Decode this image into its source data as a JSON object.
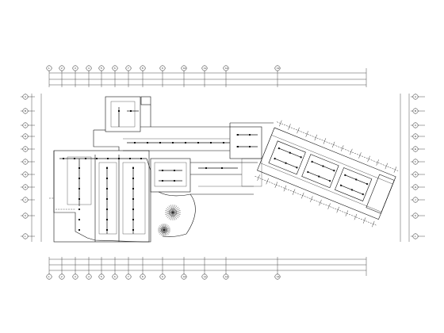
{
  "drawing": {
    "background": "#ffffff",
    "line_color": "#111111",
    "note_lines": [
      "",
      ""
    ]
  },
  "top_axes": {
    "labels": [
      "1",
      "2",
      "3",
      "4",
      "5",
      "6",
      "7",
      "8",
      "9",
      "10",
      "11",
      "12",
      "13"
    ],
    "dims": [
      "",
      "",
      "",
      "",
      "",
      "",
      "",
      "",
      "",
      "",
      "",
      "",
      ""
    ],
    "overall": ""
  },
  "bottom_axes": {
    "labels": [
      "1",
      "2",
      "3",
      "4",
      "5",
      "6",
      "7",
      "8",
      "9",
      "10",
      "11",
      "12",
      "13"
    ],
    "dims": [
      "",
      "",
      "",
      "",
      "",
      "",
      "",
      "",
      "",
      "",
      "",
      "",
      ""
    ],
    "overall": ""
  },
  "left_axes": {
    "labels": [
      "A",
      "B",
      "C",
      "D",
      "E",
      "F",
      "G",
      "H",
      "J",
      "K",
      "L"
    ]
  },
  "right_axes": {
    "labels": [
      "A",
      "B",
      "C",
      "D",
      "E",
      "F",
      "G",
      "H",
      "J",
      "K",
      "L"
    ]
  }
}
